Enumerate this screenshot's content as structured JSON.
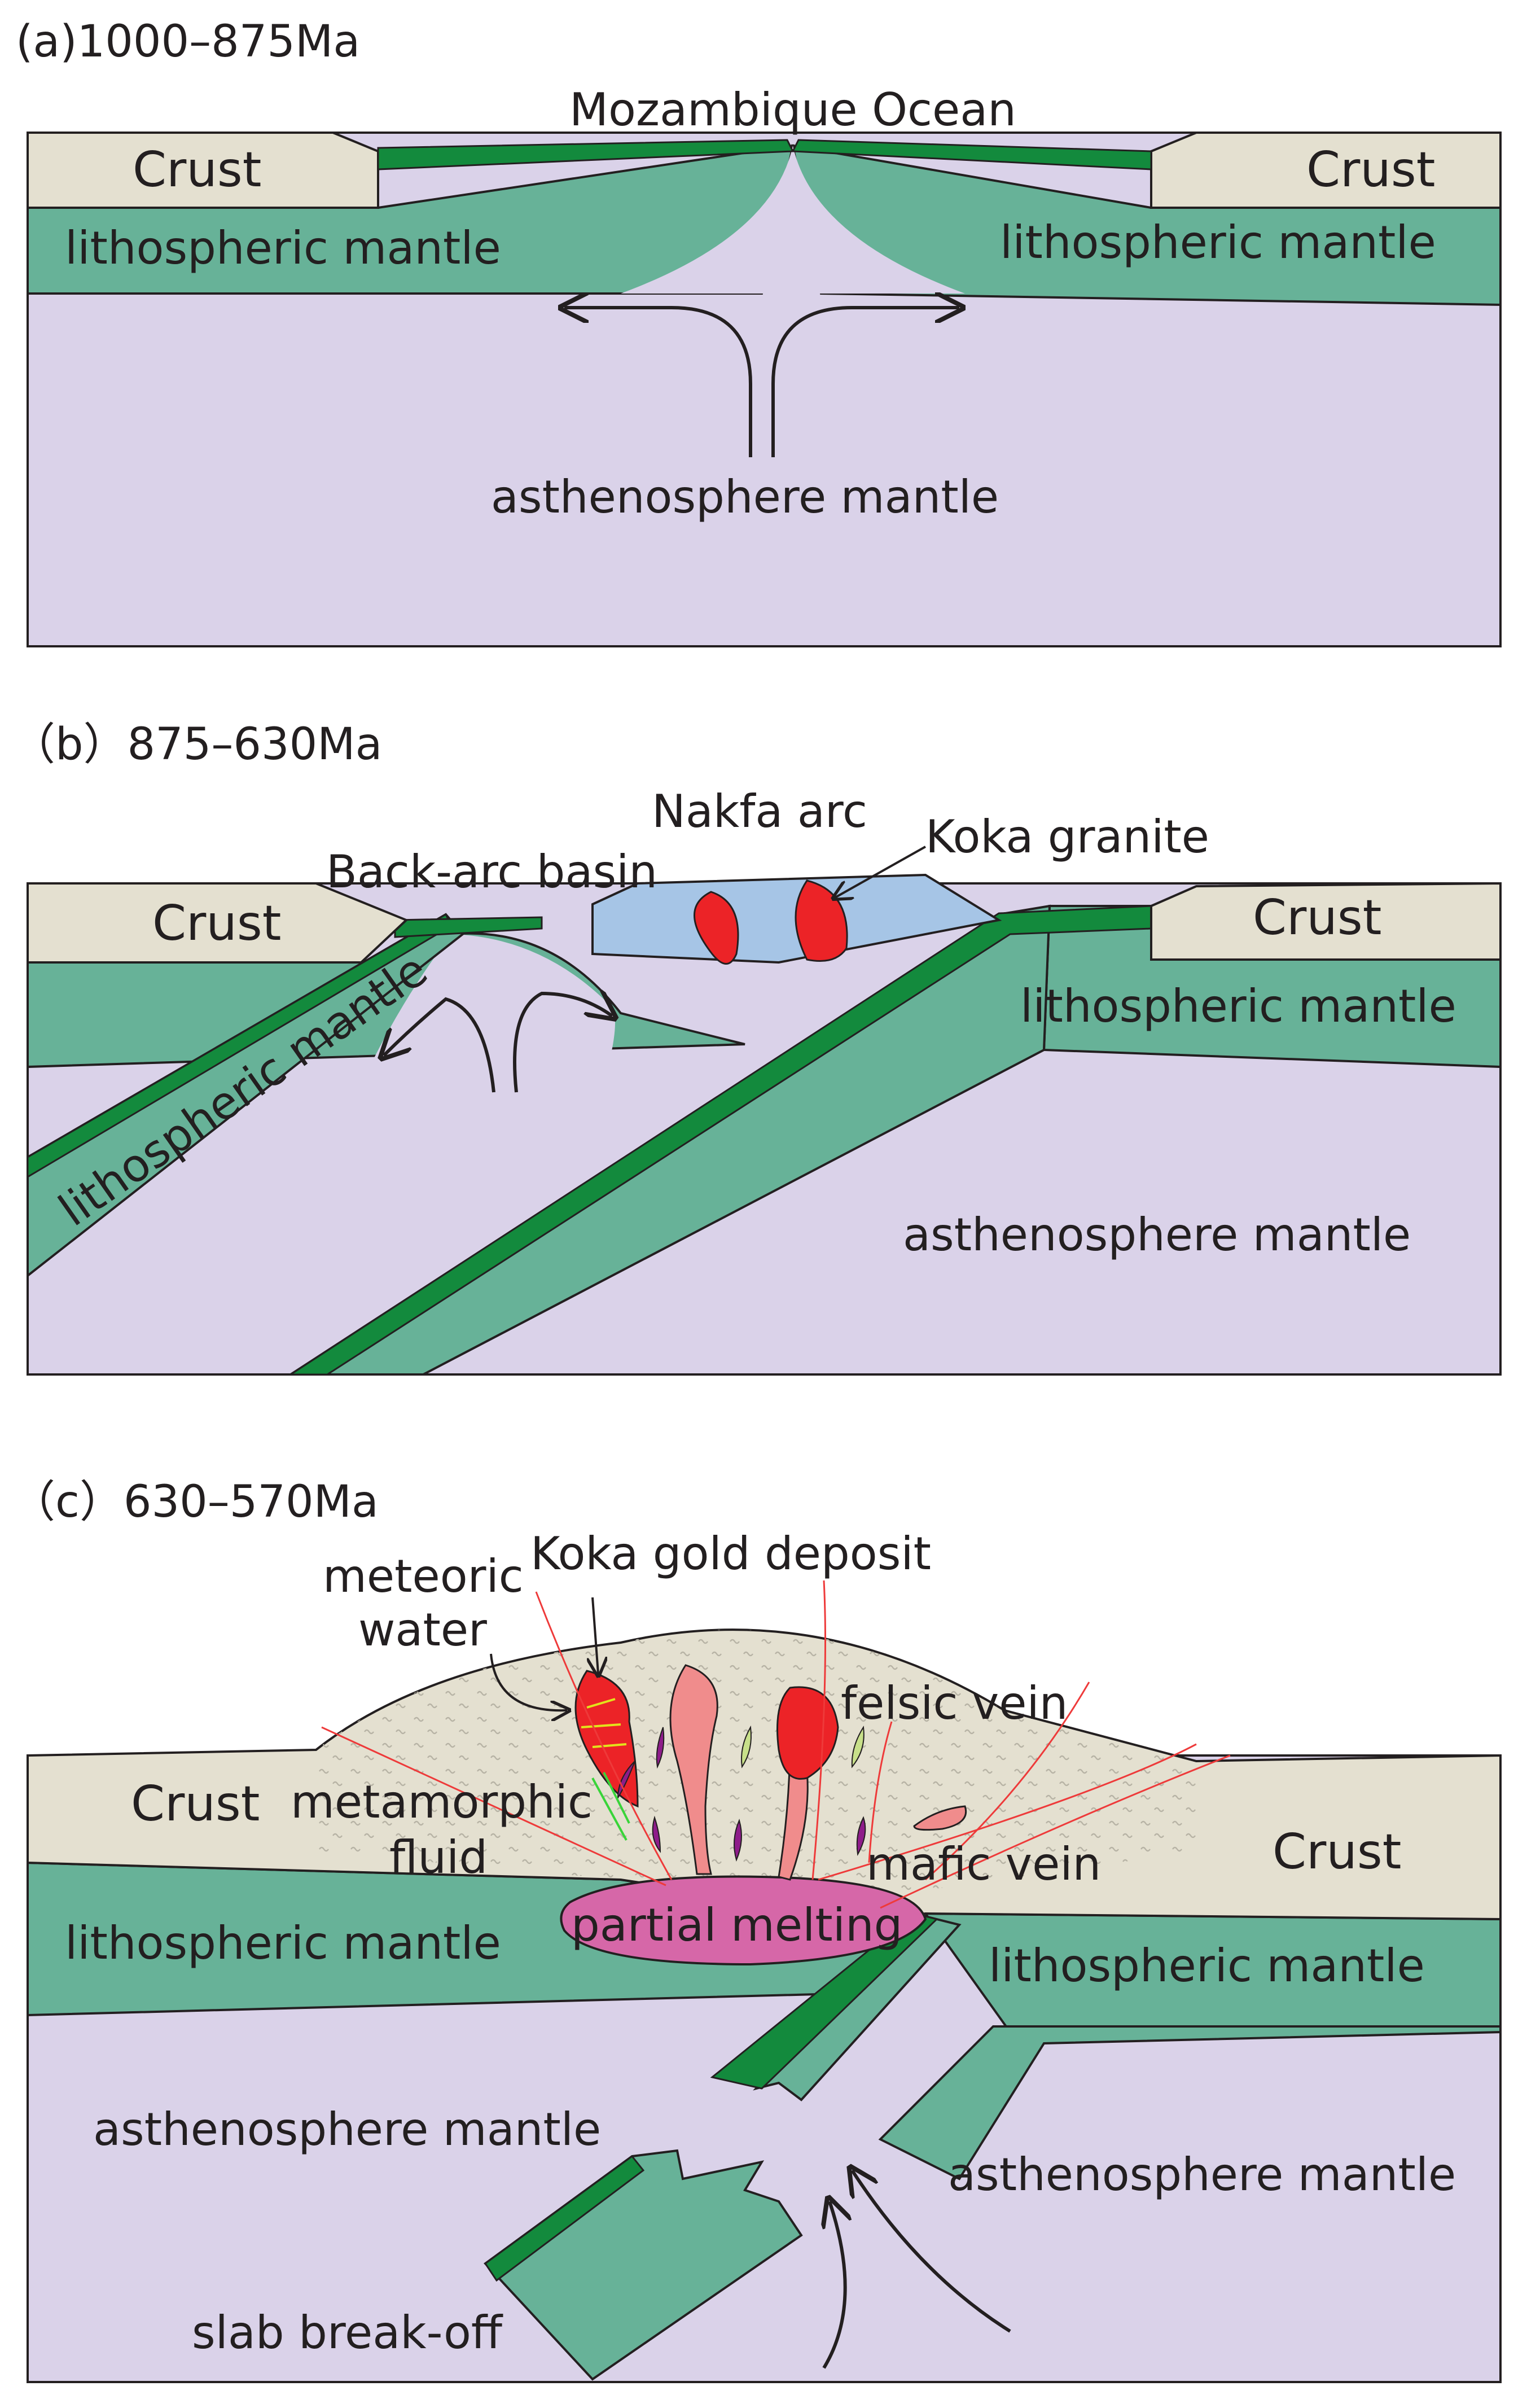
{
  "colors": {
    "crust": "#e4e0d0",
    "lithosphere": "#67b298",
    "slab": "#138a3d",
    "asthenosphere": "#dad2e9",
    "arc": "#a6c5e6",
    "granite": "#ec2327",
    "partial_melting": "#d667a8",
    "felsic_vein": "#f08c8c",
    "mafic_vein": "#8e1c8a",
    "fault": "#ee3a3a",
    "outline": "#231f20"
  },
  "panel_a": {
    "title": "(a)1000–875Ma",
    "labels": {
      "ocean": "Mozambique Ocean",
      "crust_left": "Crust",
      "crust_right": "Crust",
      "litho_left": "lithospheric mantle",
      "litho_right": "lithospheric mantle",
      "astheno": "asthenosphere mantle"
    }
  },
  "panel_b": {
    "title": "（b）875–630Ma",
    "labels": {
      "arc": "Nakfa arc",
      "granite": "Koka granite",
      "backarc": "Back-arc basin",
      "crust_left": "Crust",
      "crust_right": "Crust",
      "litho_right": "lithospheric mantle",
      "litho_slab": "lithospheric mantle",
      "astheno": "asthenosphere mantle"
    }
  },
  "panel_c": {
    "title": "（c）630–570Ma",
    "labels": {
      "deposit": "Koka gold deposit",
      "meteoric_1": "meteoric",
      "meteoric_2": "water",
      "felsic": "felsic vein",
      "crust_left": "Crust",
      "crust_right": "Crust",
      "meta_1": "metamorphic",
      "meta_2": "fluid",
      "mafic": "mafic vein",
      "melting": "partial melting",
      "litho_left": "lithospheric mantle",
      "litho_right": "lithospheric mantle",
      "astheno_left": "asthenosphere mantle",
      "astheno_right": "asthenosphere mantle",
      "breakoff": "slab break-off"
    }
  }
}
